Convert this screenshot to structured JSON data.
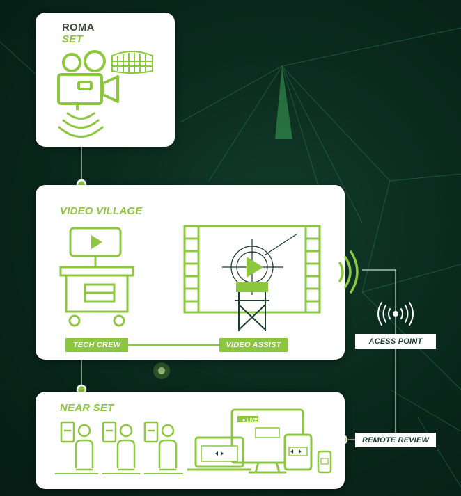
{
  "roma_set": {
    "line1": "ROMA",
    "line2": "SET"
  },
  "video_village": {
    "title": "VIDEO VILLAGE",
    "tech_crew": "TECH CREW",
    "video_assist": "VIDEO ASSIST"
  },
  "access_point": {
    "label": "ACESS POINT"
  },
  "near_set": {
    "title": "NEAR SET"
  },
  "remote_review": {
    "label": "REMOTE REVIEW",
    "live_badge": "LIVE"
  },
  "colors": {
    "accent": "#8dc63f",
    "background": "#0a2a1e",
    "card": "#ffffff"
  }
}
